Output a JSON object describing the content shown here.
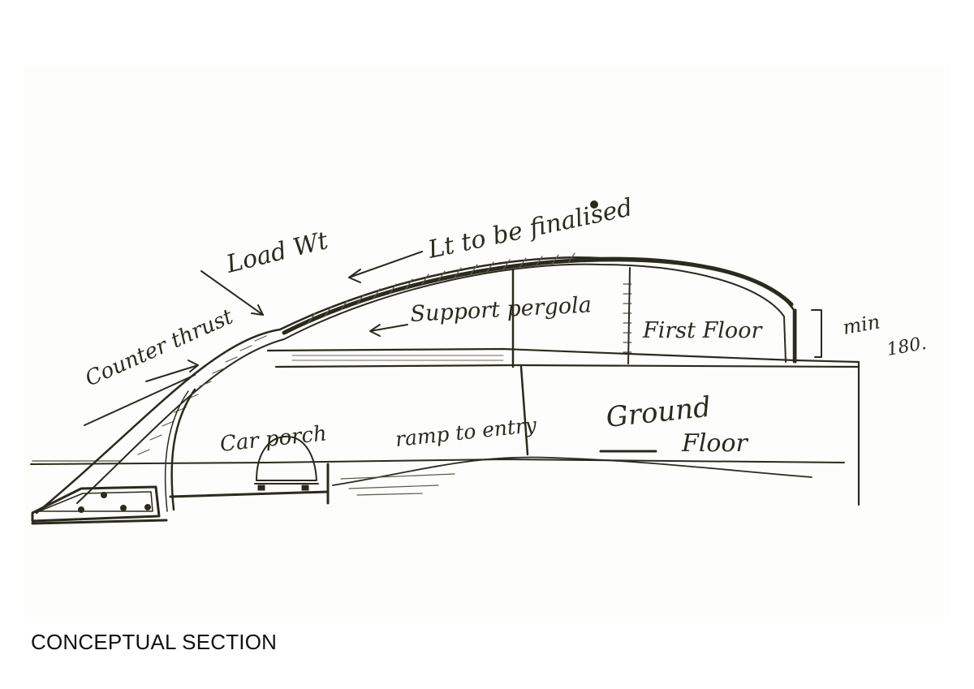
{
  "caption": "CONCEPTUAL SECTION",
  "sketch": {
    "annotations": {
      "load": "Load Wt",
      "finalised": "Lt to be finalised",
      "counter_thrust": "Counter thrust",
      "support": "Support pergola",
      "first_floor": "First Floor",
      "min": "min",
      "min_value": "180.",
      "car_porch": "Car porch",
      "ramp": "ramp to entry",
      "ground": "Ground",
      "floor": "Floor"
    },
    "ink_color": "#2b2a1f",
    "paper_color": "#ffffff"
  }
}
